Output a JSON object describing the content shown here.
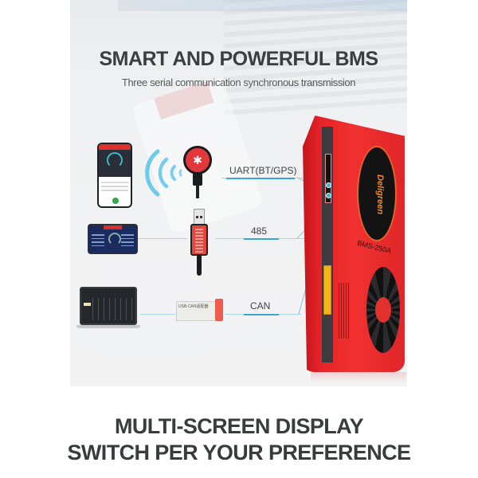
{
  "banner": {
    "title": "SMART AND POWERFUL BMS",
    "subtitle": "Three serial communication synchronous transmission"
  },
  "connections": [
    {
      "label": "UART(BT/GPS)",
      "device": "smartphone app",
      "adapter": "bluetooth-dongle",
      "adapter_icon": "bluetooth-icon"
    },
    {
      "label": "485",
      "device": "display tablet",
      "adapter": "usb-485-adapter"
    },
    {
      "label": "CAN",
      "device": "laptop software",
      "adapter": "usb-can-adapter",
      "adapter_text": "USB-CAN适配器"
    }
  ],
  "device": {
    "brand": "Deligreen",
    "model": "BMS-250A",
    "accent_color": "#e52329",
    "port_color": "#3ab2d8"
  },
  "footer": {
    "line1": "MULTI-SCREEN DISPLAY",
    "line2": "SWITCH PER YOUR PREFERENCE"
  }
}
